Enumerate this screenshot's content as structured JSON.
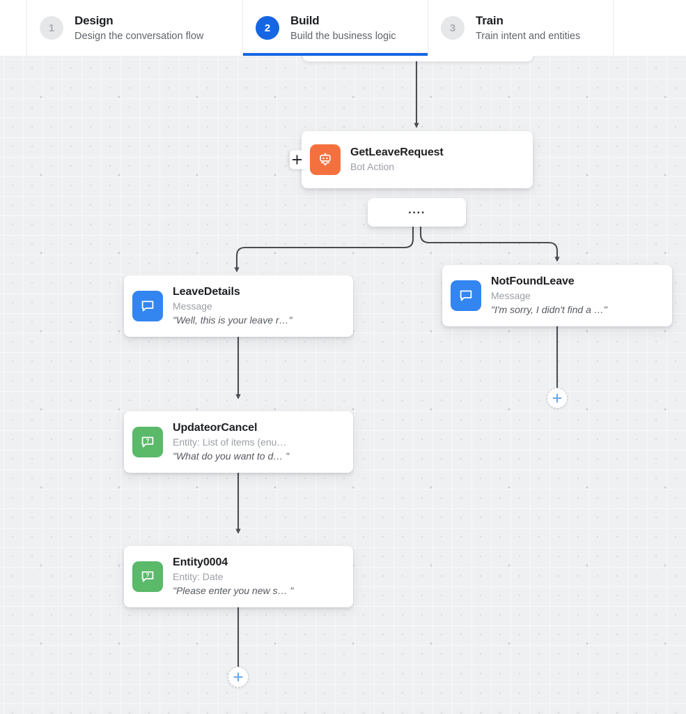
{
  "header": {
    "steps": [
      {
        "number": "1",
        "title": "Design",
        "subtitle": "Design the conversation flow",
        "active": false
      },
      {
        "number": "2",
        "title": "Build",
        "subtitle": "Build the business logic",
        "active": true
      },
      {
        "number": "3",
        "title": "Train",
        "subtitle": "Train intent and entities",
        "active": false
      }
    ],
    "active_color": "#1665e3"
  },
  "canvas": {
    "dots_node_label": "....",
    "nodes": [
      {
        "id": "get-leave-request",
        "title": "GetLeaveRequest",
        "subtitle": "Bot Action",
        "quote": "",
        "icon": "bot-icon",
        "icon_color": "#f4713f"
      },
      {
        "id": "leave-details",
        "title": "LeaveDetails",
        "subtitle": "Message",
        "quote": "\"Well, this is your leave r…\"",
        "icon": "message-bubble-icon",
        "icon_color": "#3385f0"
      },
      {
        "id": "not-found-leave",
        "title": "NotFoundLeave",
        "subtitle": "Message",
        "quote": "\"I'm sorry, I didn't find a …\"",
        "icon": "message-bubble-icon",
        "icon_color": "#3385f0"
      },
      {
        "id": "update-or-cancel",
        "title": "UpdateorCancel",
        "subtitle": "Entity: List of items (enu…",
        "quote": "\"What do you want to d… \"",
        "icon": "question-bubble-icon",
        "icon_color": "#5bb96a"
      },
      {
        "id": "entity-0004",
        "title": "Entity0004",
        "subtitle": "Entity: Date",
        "quote": "\"Please enter you new s… \"",
        "icon": "question-bubble-icon",
        "icon_color": "#5bb96a"
      }
    ],
    "add_buttons": [
      {
        "id": "add-after-not-found-leave",
        "icon": "plus-icon"
      },
      {
        "id": "add-after-entity-0004",
        "icon": "plus-icon"
      }
    ],
    "left_handle_icon": "plus-icon"
  }
}
